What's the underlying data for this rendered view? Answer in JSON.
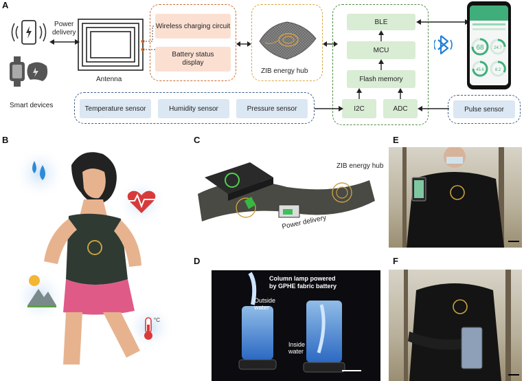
{
  "panels": {
    "a": "A",
    "b": "B",
    "c": "C",
    "d": "D",
    "e": "E",
    "f": "F"
  },
  "panel_a": {
    "power_delivery": "Power\ndelivery",
    "smart_devices": "Smart devices",
    "antenna": "Antenna",
    "wireless_charging": "Wireless charging circuit",
    "battery_status": "Battery status\ndisplay",
    "zib_hub": "ZIB energy hub",
    "ble": "BLE",
    "mcu": "MCU",
    "flash": "Flash memory",
    "i2c": "I2C",
    "adc": "ADC",
    "temperature": "Temperature sensor",
    "humidity": "Humidity sensor",
    "pressure": "Pressure sensor",
    "pulse": "Pulse sensor",
    "phone_value_1": "68",
    "phone_value_2": "24.7",
    "phone_value_3": "45.6",
    "phone_value_4": "8.2"
  },
  "panel_c": {
    "zib_hub": "ZIB energy hub",
    "power_delivery": "Power delivery"
  },
  "panel_d": {
    "title": "Column lamp powered\nby GPHE fabric battery",
    "outside": "Outside\nwater",
    "inside": "Inside\nwater"
  },
  "colors": {
    "orange": "#c9692e",
    "green": "#4c8a3f",
    "blue": "#3b5e91",
    "bluetooth": "#1f7fd6"
  }
}
